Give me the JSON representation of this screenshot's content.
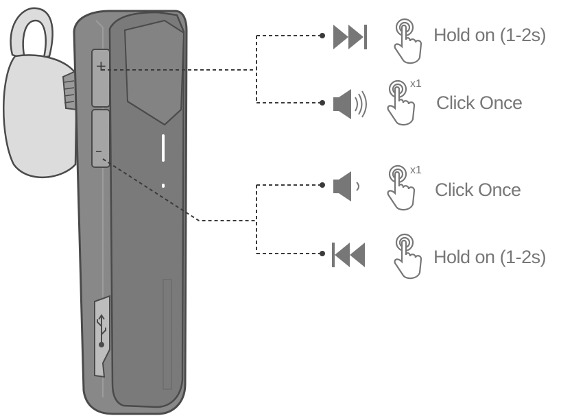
{
  "device": {
    "plus_sign": "+",
    "minus_sign": "–"
  },
  "controls": [
    {
      "icon": "next-track-icon",
      "gesture": "hold",
      "multiplier": "",
      "label": "Hold on (1-2s)"
    },
    {
      "icon": "volume-up-icon",
      "gesture": "click",
      "multiplier": "x1",
      "label": "Click Once"
    },
    {
      "icon": "volume-down-icon",
      "gesture": "click",
      "multiplier": "x1",
      "label": "Click Once"
    },
    {
      "icon": "previous-track-icon",
      "gesture": "hold",
      "multiplier": "",
      "label": "Hold on (1-2s)"
    }
  ],
  "colors": {
    "device_body": "#888888",
    "device_outline": "#4a4a4a",
    "device_front": "#7a7a7a",
    "ear_hook": "#dcdcdc",
    "icon": "#777777",
    "leader_line": "#3a3a3a"
  }
}
